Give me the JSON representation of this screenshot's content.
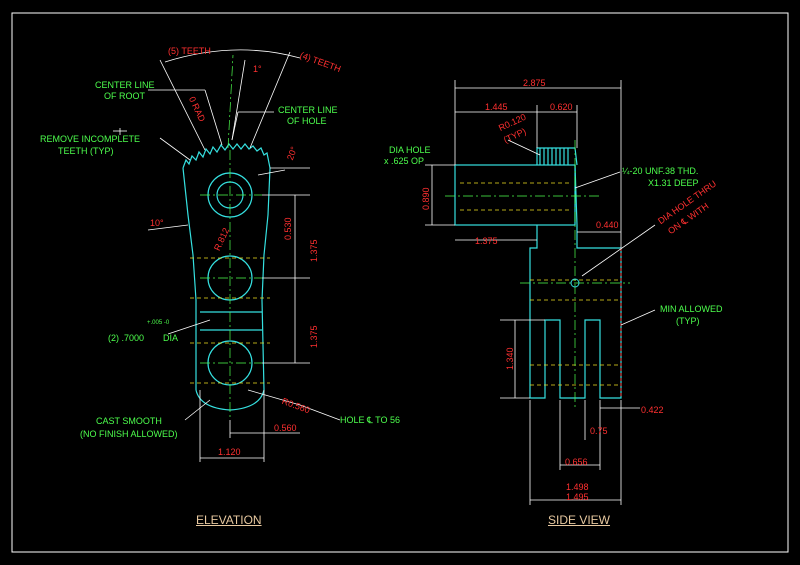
{
  "colors": {
    "background": "#000000",
    "part_outline": "#35e0e0",
    "dimension": "#ff3030",
    "note": "#4dff4d",
    "hidden_line": "#f0e020",
    "title": "#e8c9a0"
  },
  "views": {
    "elevation": {
      "title": "ELEVATION",
      "notes": {
        "teeth_left": "(5) TEETH",
        "teeth_right": "(4) TEETH",
        "center_root_1": "CENTER LINE",
        "center_root_2": "OF ROOT",
        "center_hole_1": "CENTER LINE",
        "center_hole_2": "OF HOLE",
        "remove_teeth_1": "REMOVE INCOMPLETE",
        "remove_teeth_2": "TEETH (TYP)",
        "dia_holes_prefix": "(2) .7000",
        "dia_holes_tol": "+.005 -0",
        "dia_holes_suffix": "DIA",
        "cast_smooth_1": "CAST SMOOTH",
        "cast_smooth_2": "(NO FINISH ALLOWED)",
        "hole_to": "HOLE ℄ TO 56"
      },
      "dims": {
        "angle_one": "1°",
        "angle_twenty": "20°",
        "angle_ten": "10°",
        "rad": "0 RAD",
        "r_bott": "R.812",
        "d530": "0.530",
        "d1375a": "1.375",
        "d1375b": "1.375",
        "r560": "R0.560",
        "d560": "0.560",
        "d1120": "1.120"
      }
    },
    "side": {
      "title": "SIDE VIEW",
      "notes": {
        "dia_hole_1": "DIA HOLE",
        "dia_hole_2": "x .625 OP",
        "thread_1": "¼-20 UNF.38 THD.",
        "thread_2": "X1.31 DEEP",
        "thru_1": "DIA HOLE THRU",
        "thru_2": "ON ℄ WITH",
        "min_allowed_1": "MIN ALLOWED",
        "min_allowed_2": "(TYP)"
      },
      "dims": {
        "d2875": "2.875",
        "d1445": "1.445",
        "d620": "0.620",
        "r120_1": "R0.120",
        "r120_2": "(TYP)",
        "d890": "0.890",
        "d1375": "1.375",
        "d440": "0.440",
        "d1340": "1.340",
        "d422": "0.422",
        "d75": "0.75",
        "d656": "0.656",
        "d1498": "1.498",
        "d1495": "1.495"
      }
    }
  }
}
